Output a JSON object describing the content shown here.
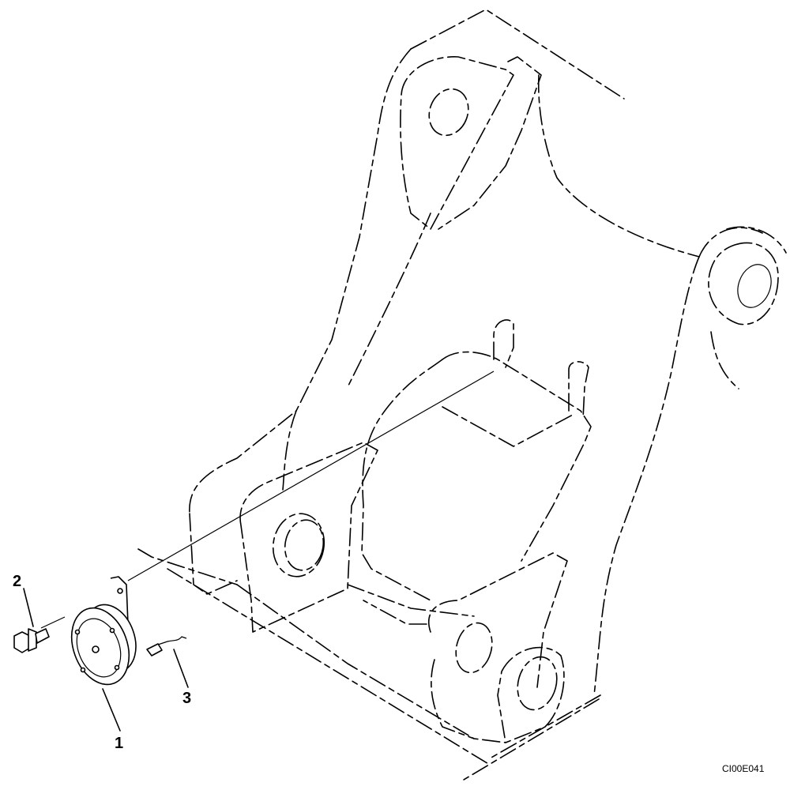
{
  "callouts": [
    {
      "number": "1",
      "part": "horn"
    },
    {
      "number": "2",
      "part": "bolt"
    },
    {
      "number": "3",
      "part": "terminal"
    }
  ],
  "figure_code": "CI00E041"
}
